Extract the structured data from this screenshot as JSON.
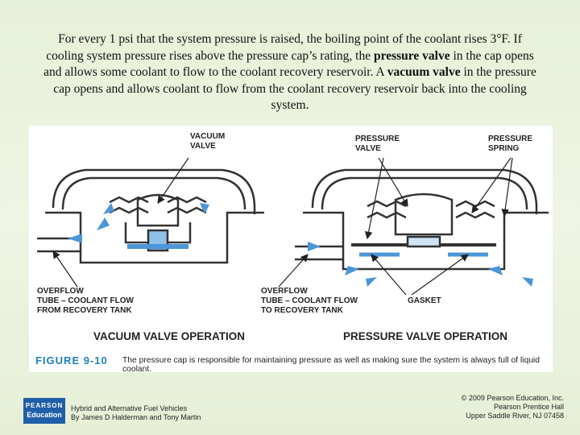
{
  "intro": {
    "part1": "For every 1 psi that the system pressure is raised, the boiling point of the coolant rises 3°F.  If cooling system pressure rises above the pressure cap’s rating, the ",
    "bold1": "pressure valve",
    "part2": " in the cap opens and allows some coolant to flow to the coolant recovery reservoir.  A ",
    "bold2": "vacuum valve",
    "part3": " in the pressure cap opens and allows coolant to flow from the coolant recovery reservoir back into the cooling system."
  },
  "figure": {
    "labels": {
      "vacuum_valve": "VACUUM\nVALVE",
      "pressure_valve": "PRESSURE\nVALVE",
      "pressure_spring": "PRESSURE\nSPRING",
      "overflow_from": "OVERFLOW\nTUBE – COOLANT FLOW\nFROM RECOVERY TANK",
      "overflow_to": "OVERFLOW\nTUBE – COOLANT FLOW\nTO RECOVERY TANK",
      "gasket": "GASKET"
    },
    "vacuum_title": "VACUUM VALVE OPERATION",
    "pressure_title": "PRESSURE VALVE OPERATION",
    "figure_number": "FIGURE 9-10",
    "caption": "The pressure cap is responsible for maintaining pressure as well as making sure the system is always full of liquid coolant.",
    "colors": {
      "coolant_arrow": "#4b96d8",
      "figure_accent": "#1f7fc0"
    }
  },
  "footer": {
    "logo_line1": "PEARSON",
    "logo_line2": "Education",
    "book_title": "Hybrid and Alternative Fuel Vehicles",
    "authors": "By James D Halderman and Tony Martin",
    "copyright": "© 2009 Pearson Education, Inc.",
    "publisher": "Pearson Prentice Hall",
    "location": "Upper Saddle River, NJ 07458"
  }
}
